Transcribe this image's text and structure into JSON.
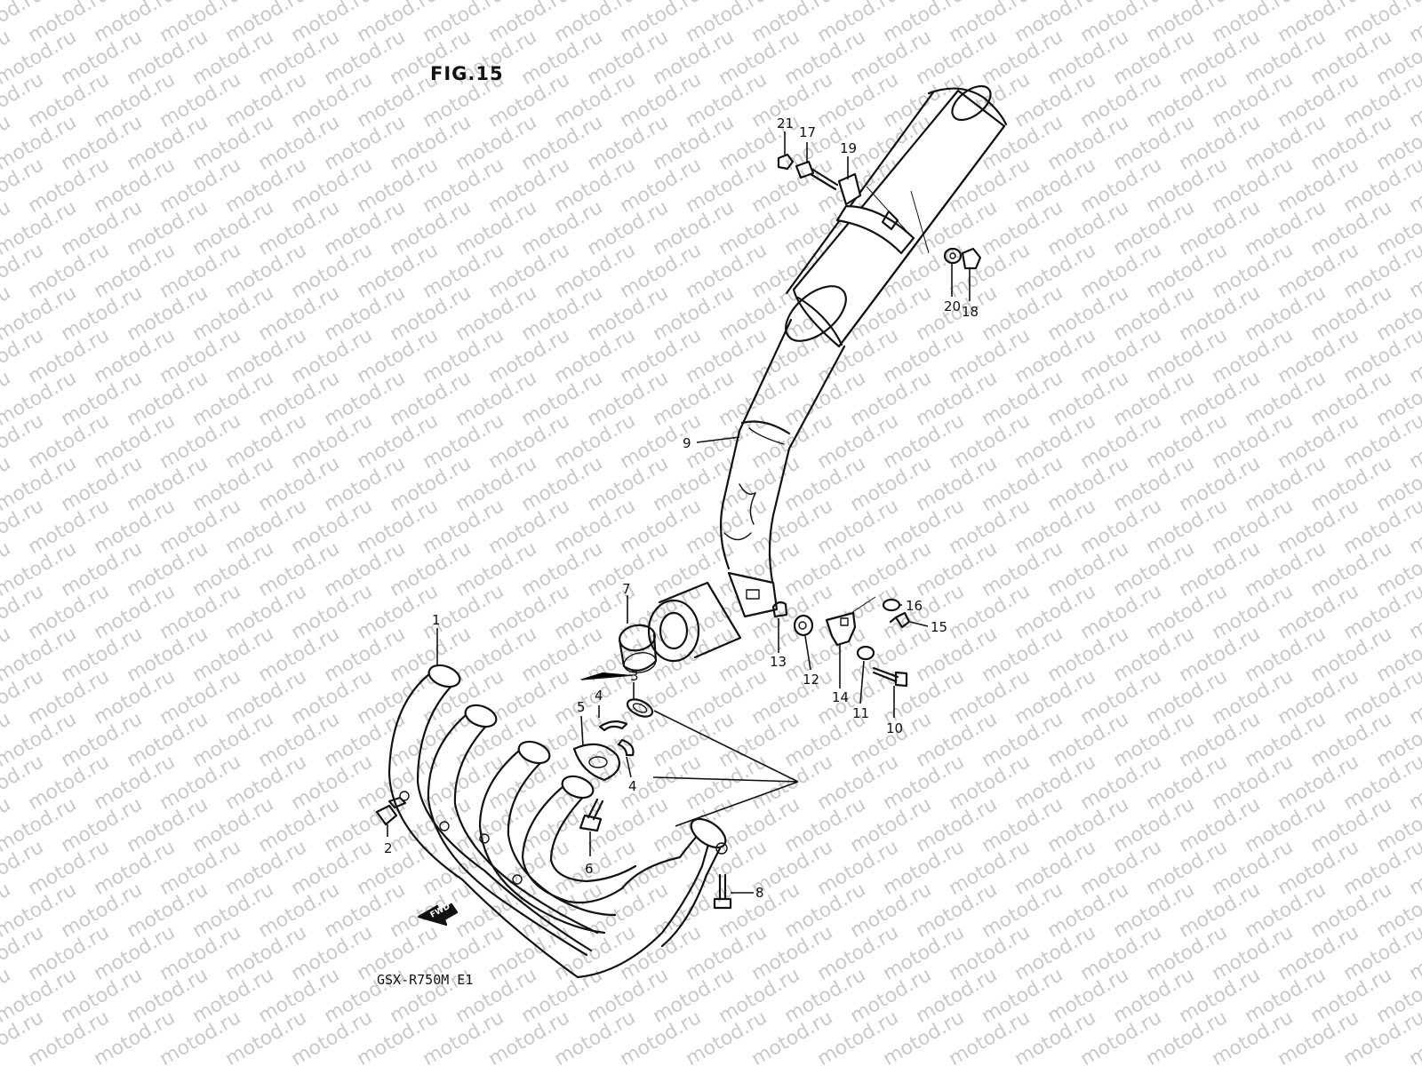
{
  "figure": {
    "title": "FIG.15",
    "model": "GSX-R750M E1",
    "watermark": "motod.ru",
    "fwd_label": "FWD"
  },
  "callouts": [
    "1",
    "2",
    "3",
    "4",
    "4",
    "5",
    "6",
    "7",
    "8",
    "9",
    "10",
    "11",
    "12",
    "13",
    "14",
    "15",
    "16",
    "17",
    "18",
    "19",
    "20",
    "21"
  ]
}
